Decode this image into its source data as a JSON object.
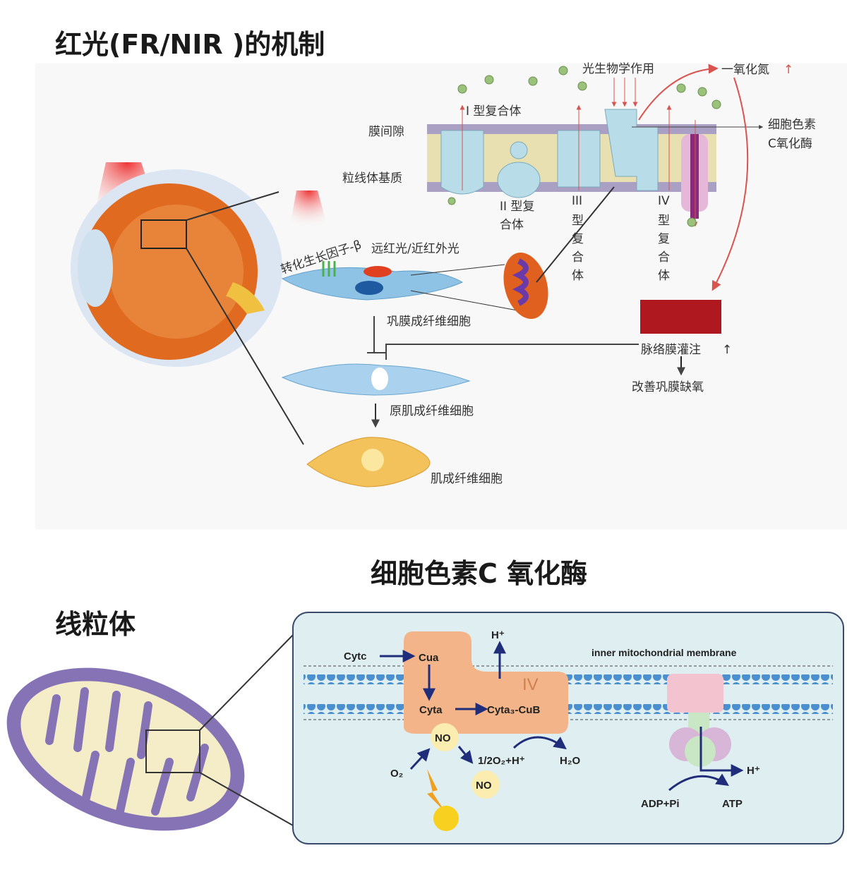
{
  "top": {
    "title": "红光(FR/NIR )的机制",
    "labels": {
      "photobiomodulation": "光生物学作用",
      "nitric_oxide": "一氧化氮",
      "up_arrow": "↑",
      "complex_1": "I 型复合体",
      "intermembrane_space": "膜间隙",
      "cco_line1": "细胞色素",
      "cco_line2": "C氧化酶",
      "matrix": "粒线体基质",
      "complex_2_line1": "II 型复",
      "complex_2_line2": "合体",
      "complex_3": [
        "III",
        "型",
        "复",
        "合",
        "体"
      ],
      "complex_4": [
        "IV",
        "型",
        "复",
        "合",
        "体"
      ],
      "tgf_beta": "转化生长因子-β",
      "fr_nir": "远红光/近红外光",
      "scleral_fibroblast": "巩膜成纤维细胞",
      "choroidal_perfusion": "脉络膜灌注",
      "improve_hypoxia": "改善巩膜缺氧",
      "proto_myofibroblast": "原肌成纤维细胞",
      "myofibroblast": "肌成纤维细胞"
    }
  },
  "bottom": {
    "title": "细胞色素C 氧化酶",
    "mito_label": "线粒体",
    "labels": {
      "cytc": "Cytc",
      "cua": "Cua",
      "h_plus_top": "H⁺",
      "membrane": "inner mitochondrial membrane",
      "complex_iv": "IV",
      "cyta": "Cyta",
      "cyta3_cub": "Cyta₃-CuB",
      "no_bound": "NO",
      "o2": "O₂",
      "half_o2": "1/2O₂+H⁺",
      "h2o": "H₂O",
      "no_free": "NO",
      "h_plus_right": "H⁺",
      "adp": "ADP+Pi",
      "atp": "ATP"
    }
  },
  "colors": {
    "membrane_blue": "#4a90d0",
    "complex_orange": "#f2b488",
    "arrow_navy": "#1f2d7a",
    "red_arrow": "#d9534f",
    "protein_blue": "#b9dde8"
  }
}
